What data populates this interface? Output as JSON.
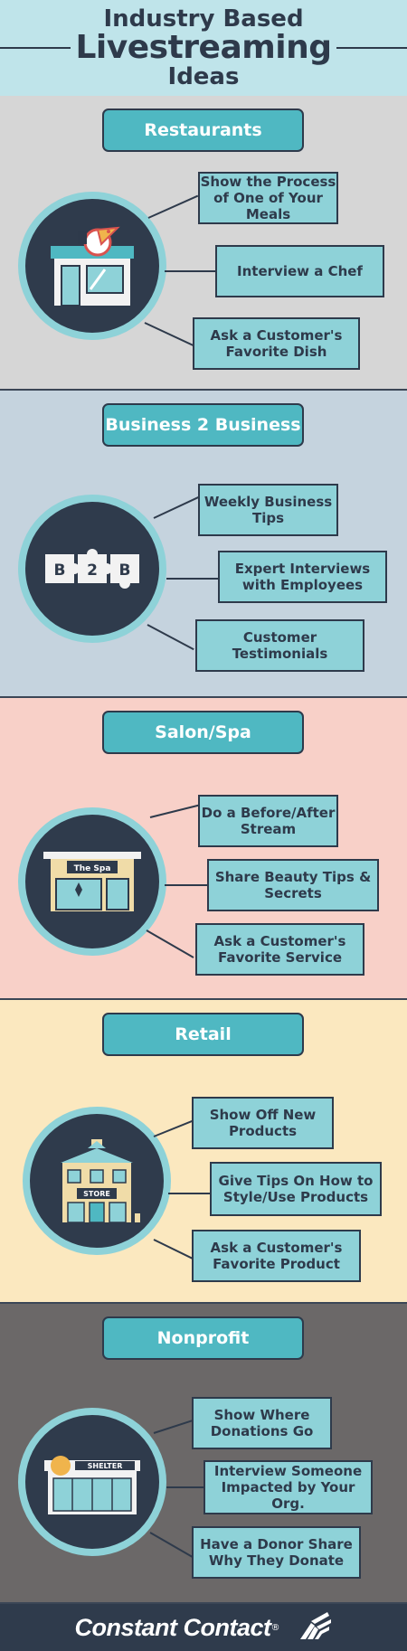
{
  "header": {
    "title_line1": "Industry Based",
    "title_line2": "Livestreaming",
    "title_line3": "Ideas"
  },
  "sections": [
    {
      "title": "Restaurants",
      "icon": "restaurant-storefront-icon",
      "ideas": [
        "Show the Process of One of Your Meals",
        "Interview a Chef",
        "Ask a Customer's Favorite Dish"
      ]
    },
    {
      "title": "Business 2 Business",
      "icon": "b2b-puzzle-icon",
      "icon_letters": [
        "B",
        "2",
        "B"
      ],
      "ideas": [
        "Weekly Business Tips",
        "Expert Interviews with Employees",
        "Customer Testimonials"
      ]
    },
    {
      "title": "Salon/Spa",
      "icon": "spa-storefront-icon",
      "icon_sign": "The Spa",
      "ideas": [
        "Do a Before/After Stream",
        "Share Beauty Tips & Secrets",
        "Ask a Customer's Favorite Service"
      ]
    },
    {
      "title": "Retail",
      "icon": "retail-store-icon",
      "icon_sign": "STORE",
      "ideas": [
        "Show Off New Products",
        "Give Tips On How to Style/Use Products",
        "Ask a Customer's Favorite Product"
      ]
    },
    {
      "title": "Nonprofit",
      "icon": "shelter-building-icon",
      "icon_sign": "SHELTER",
      "ideas": [
        "Show Where Donations Go",
        "Interview Someone Impacted by Your Org.",
        "Have a Donor Share Why They Donate"
      ]
    }
  ],
  "footer": {
    "brand": "Constant Contact",
    "trademark": "®"
  },
  "colors": {
    "header_bg": "#bfe4ea",
    "restaurants_bg": "#d6d6d6",
    "b2b_bg": "#c5d3de",
    "salon_bg": "#f8d0c8",
    "retail_bg": "#fbe8bf",
    "nonprofit_bg": "#6b6868",
    "accent_teal": "#4fb8c2",
    "box_teal": "#8ed2d8",
    "navy": "#2f3b4c"
  }
}
